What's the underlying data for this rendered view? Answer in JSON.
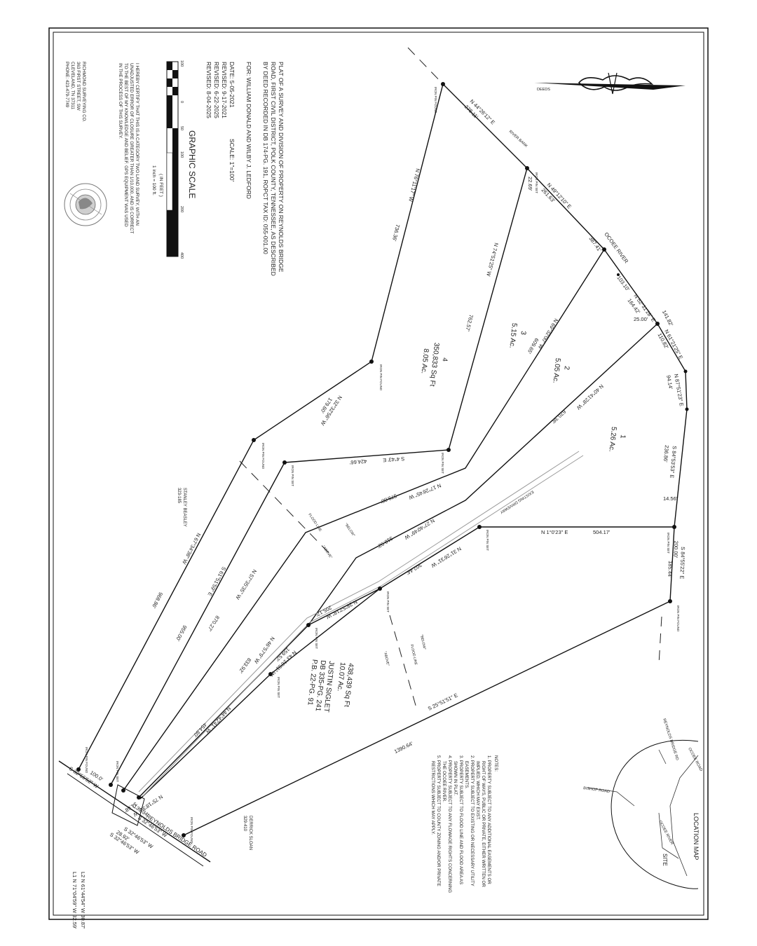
{
  "title_block": {
    "lines": [
      "PLAT OF A SURVEY AND DIVISION OF PROPERTY ON REYNOLDS BRIDGE",
      "ROAD, FIRST CIVIL DISTRICT, POLK COUNTY, TENNESSEE, AS DESCRIBED",
      "BY DEED RECORDED IN DB 174-PG. 191, ROPCT TAX ID: 055-001.00"
    ],
    "for_line": "FOR: WILLIAM DONALD AND WILBY J. LEDFORD",
    "scale_line": "SCALE: 1\"=100'",
    "dates": [
      "DATE: 5-05-2021",
      "REVISED: 9-17-2021",
      "REVISED: 6-22-2025",
      "REVISED: 8-04-2025"
    ]
  },
  "graphic_scale": {
    "title": "GRAPHIC SCALE",
    "ticks": [
      "100",
      "0",
      "50",
      "100",
      "200",
      "400"
    ],
    "unit": "( IN FEET )",
    "ratio": "1 inch = 100 ft."
  },
  "certification": [
    "I HEREBY CERTIFY THAT THIS IS A CATEGORY TWO LAND SURVEY, WITH AN",
    "UNADJUSTED ERROR OF CLOSURE GREATER THAN 1/10,000, AND IS CORRECT",
    "TO THE BEST OF MY KNOWLEDGE AND BELIEF. GPS EQUIPMENT WAS USED",
    "IN THE PROCESS OF THIS SURVEY."
  ],
  "surveyor": [
    "RICHMOND SURVEYING CO.",
    "363 FIRST STREET, SW",
    "CLEVELAND, TN 37311",
    "PHONE: 423-479-7749"
  ],
  "north_arrow_label": "DEEDS",
  "labels": {
    "river": "OCOEE RIVER",
    "river_bank": "RIVER BANK",
    "driveway": "EXISTING DRIVEWAY",
    "road": "REYNOLDS BRIDGE ROAD",
    "stanley": "STANLEY BEASLEY",
    "stanley_ref": "323-185",
    "derrick": "DERRICK SLOAN",
    "derrick_ref": "329-410",
    "flood_line": "FLOOD LINE",
    "above": "\"ABOVE\"",
    "below": "\"BELOW\"",
    "iron_pin_set": "IRON PIN SET",
    "iron_pin_found": "IRON PIN FOUND"
  },
  "lots": {
    "lot1": {
      "num": "1",
      "area": "5.26 Ac."
    },
    "lot2": {
      "num": "2",
      "area": "5.05 Ac."
    },
    "lot3": {
      "num": "3",
      "area": "5.15 Ac."
    },
    "lot4": {
      "num": "4",
      "sqft": "350,833 Sq Ft",
      "area": "8.05 Ac."
    },
    "parent": {
      "sqft": "438,439 Sq Ft",
      "area": "10.07 Ac.",
      "owner": "JUSTIN SIGLET",
      "db": "DB 335-PG. 241",
      "pb": "P.B. 22-PG. 91"
    }
  },
  "bearings": {
    "b01": "N 44°26'12\" E",
    "d01": "278.11'",
    "b02": "N 49°12'10\" E",
    "d02": "261.63'",
    "b03": "22.69'",
    "d03": "387.41'",
    "b04": "N 52°31'28\" E",
    "d04": "164.42'",
    "b05": "103.10'",
    "d05": "25.00'",
    "b06": "N 61°21'25\" E",
    "d06": "141.82'",
    "b07": "110.82'",
    "b08": "N 87°51'23\" E",
    "d08": "94.14'",
    "b09": "S 84°53'53\" E",
    "d09": "236.86'",
    "b10": "14.56'",
    "b11": "S 84°55'22\" E",
    "d11": "200.00'",
    "b12": "185.44'",
    "b13": "N 1°0'23\" E",
    "d13": "504.17'",
    "b14": "S 25°51'51\" E",
    "d14": "1390.64'",
    "b15": "N 76°11'17\" W",
    "d15": "736.36'",
    "b16": "N 32°32'56\" W",
    "d16": "179.60'",
    "b17": "S 4°43' E",
    "d17": "424.66'",
    "b18": "N 74°51'25\" W",
    "d18": "762.57'",
    "b19": "N 69°32'00\" W",
    "d19": "609.65'",
    "b20": "N 40°41'28\" W",
    "d20": "670.38'",
    "b21": "N 17°26'45\" W",
    "d21": "379.88'",
    "b22": "N 27°40'49\" W",
    "d22": "310.92'",
    "b23": "N 31°26'31\" W",
    "d23": "302.44'",
    "b24": "N 28°57'18\" W",
    "d24": "205.12'",
    "b25": "N 67°34'38\" W",
    "d25": "968.86'",
    "b26": "S 61°51'59\" E",
    "d26": "955.00'",
    "b27": "N 57°35'35\" W",
    "d27": "870.27'",
    "b28": "N 46°57'9\" W",
    "d28": "833.92'",
    "b29": "N 44°42'41\" W",
    "d29": "454.80'",
    "b30": "N 43°26'31\" W",
    "d30": "159.52'",
    "b31": "S 32°55'52\" W",
    "d31": "100.0'",
    "b32": "N 75°18'39\" W",
    "d32": "34.68'",
    "b33": "S 32°46'53\" W",
    "d33": "139.34'",
    "b34": "S 32°46'53\" W",
    "d34": "28.92'",
    "b35": "S 32°46'53\" W"
  },
  "line_table": [
    "L1 N 71°04'59\" W   32.59'",
    "L2 N 61°44'54\" W   30.87'"
  ],
  "location_map": {
    "title": "LOCATION MAP",
    "site": "SITE",
    "ocoee": "OCOEE RIVER",
    "bishop": "BISHOP ROAD",
    "reynolds": "REYNOLDS BRIDGE RD",
    "ocoee_rd": "OCOEE ROAD"
  },
  "notes": {
    "heading": "NOTES:",
    "items": [
      "1. PROPERTY SUBJECT TO ANY ADDITIONAL EASEMENTS OR",
      "RIGHT OF WAYS, PUBLIC OR PRIVATE, EITHER WRITTEN OR",
      "IMPLIED, WHICH MAY EXIST.",
      "2. PROPERTY SUBJECT TO EXISTING OR NECESSARY UTILITY",
      "EASEMENTS.",
      "3. PROPERTY SUBJECT TO FLOOD LINE AND FLOOD AREA AS",
      "SHOWN IN PLAT.",
      "4. PROPERTY SUBJECT TO ANY FLOWAGE RIGHTS CONCERNING",
      "THE OCOEE RIVER.",
      "5. PROPERTY SUBJECT TO COUNTY ZONING AND/OR PRIVATE",
      "RESTRICTIONS WHICH MAY APPLY."
    ]
  }
}
